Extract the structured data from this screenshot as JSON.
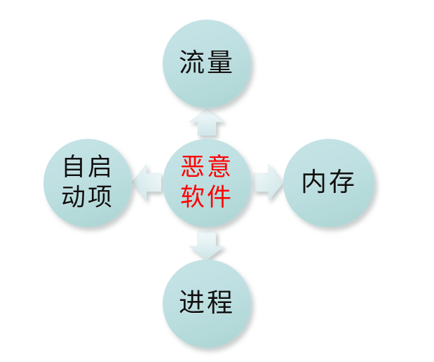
{
  "diagram": {
    "type": "radial-relationship",
    "center": {
      "id": "center",
      "label": "恶意\n软件",
      "text_color": "#ff0000",
      "fill_color": "#bfe0e2"
    },
    "nodes": [
      {
        "id": "top",
        "label": "流量",
        "position": "top",
        "text_color": "#111111",
        "fill_color": "#bfe0e2"
      },
      {
        "id": "left",
        "label": "自启\n动项",
        "position": "left",
        "text_color": "#111111",
        "fill_color": "#bfe0e2"
      },
      {
        "id": "right",
        "label": "内存",
        "position": "right",
        "text_color": "#111111",
        "fill_color": "#bfe0e2"
      },
      {
        "id": "bottom",
        "label": "进程",
        "position": "bottom",
        "text_color": "#111111",
        "fill_color": "#bfe0e2"
      }
    ],
    "arrows": [
      {
        "id": "up",
        "direction": "up",
        "from": "center",
        "to": "top",
        "fill_color": "#e2f0f2"
      },
      {
        "id": "right",
        "direction": "right",
        "from": "center",
        "to": "right",
        "fill_color": "#e2f0f2"
      },
      {
        "id": "down",
        "direction": "down",
        "from": "center",
        "to": "bottom",
        "fill_color": "#e2f0f2"
      },
      {
        "id": "left",
        "direction": "left",
        "from": "center",
        "to": "left",
        "fill_color": "#e2f0f2"
      }
    ],
    "background_color": "#ffffff"
  }
}
